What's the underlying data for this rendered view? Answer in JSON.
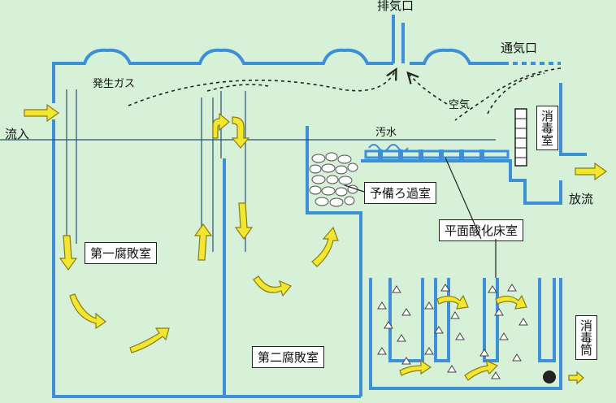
{
  "labels": {
    "exhaust": "排気口",
    "vent": "通気口",
    "gas": "発生ガス",
    "air": "空気",
    "inflow": "流入",
    "sewage": "汚水",
    "disinfect_room": "消毒室",
    "outflow": "放流",
    "first_room": "第一腐敗室",
    "second_room": "第二腐敗室",
    "prefilter": "予備ろ過室",
    "oxidation": "平面酸化床室",
    "disinfect_tube": "消毒筒"
  },
  "colors": {
    "background": "#d6f1d8",
    "tank_wall": "#3d8fd6",
    "flow_arrow": "#f2e630",
    "arrow_outline": "#8a7d10"
  }
}
